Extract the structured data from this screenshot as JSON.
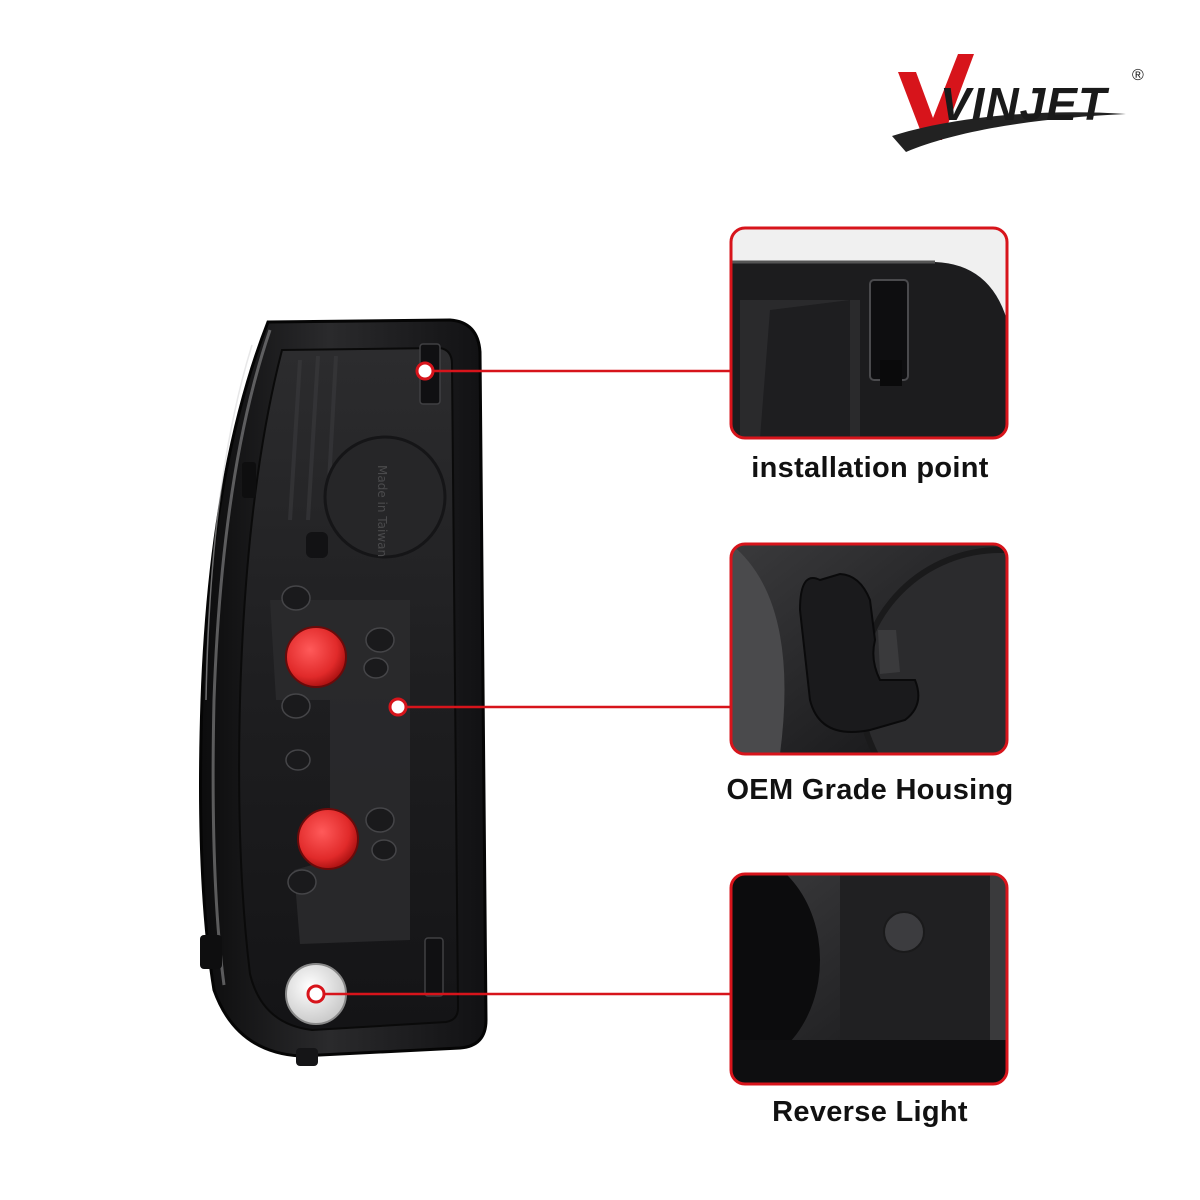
{
  "brand": {
    "name": "VINJET",
    "registered_mark": "®",
    "accent_color": "#d7141b",
    "text_color": "#111111"
  },
  "product": {
    "subject": "tail light housing rear view",
    "housing_color": "#1b1b1d",
    "lens_color": "#e12a2a",
    "reverse_lens_color": "#e9e9e9"
  },
  "callouts": [
    {
      "id": "installation-point",
      "caption": "installation point",
      "marker_color": "#d7141b"
    },
    {
      "id": "oem-grade-housing",
      "caption": "OEM Grade Housing",
      "marker_color": "#d7141b"
    },
    {
      "id": "reverse-light",
      "caption": "Reverse Light",
      "marker_color": "#d7141b"
    }
  ],
  "molded_text": "Made in Taiwan"
}
